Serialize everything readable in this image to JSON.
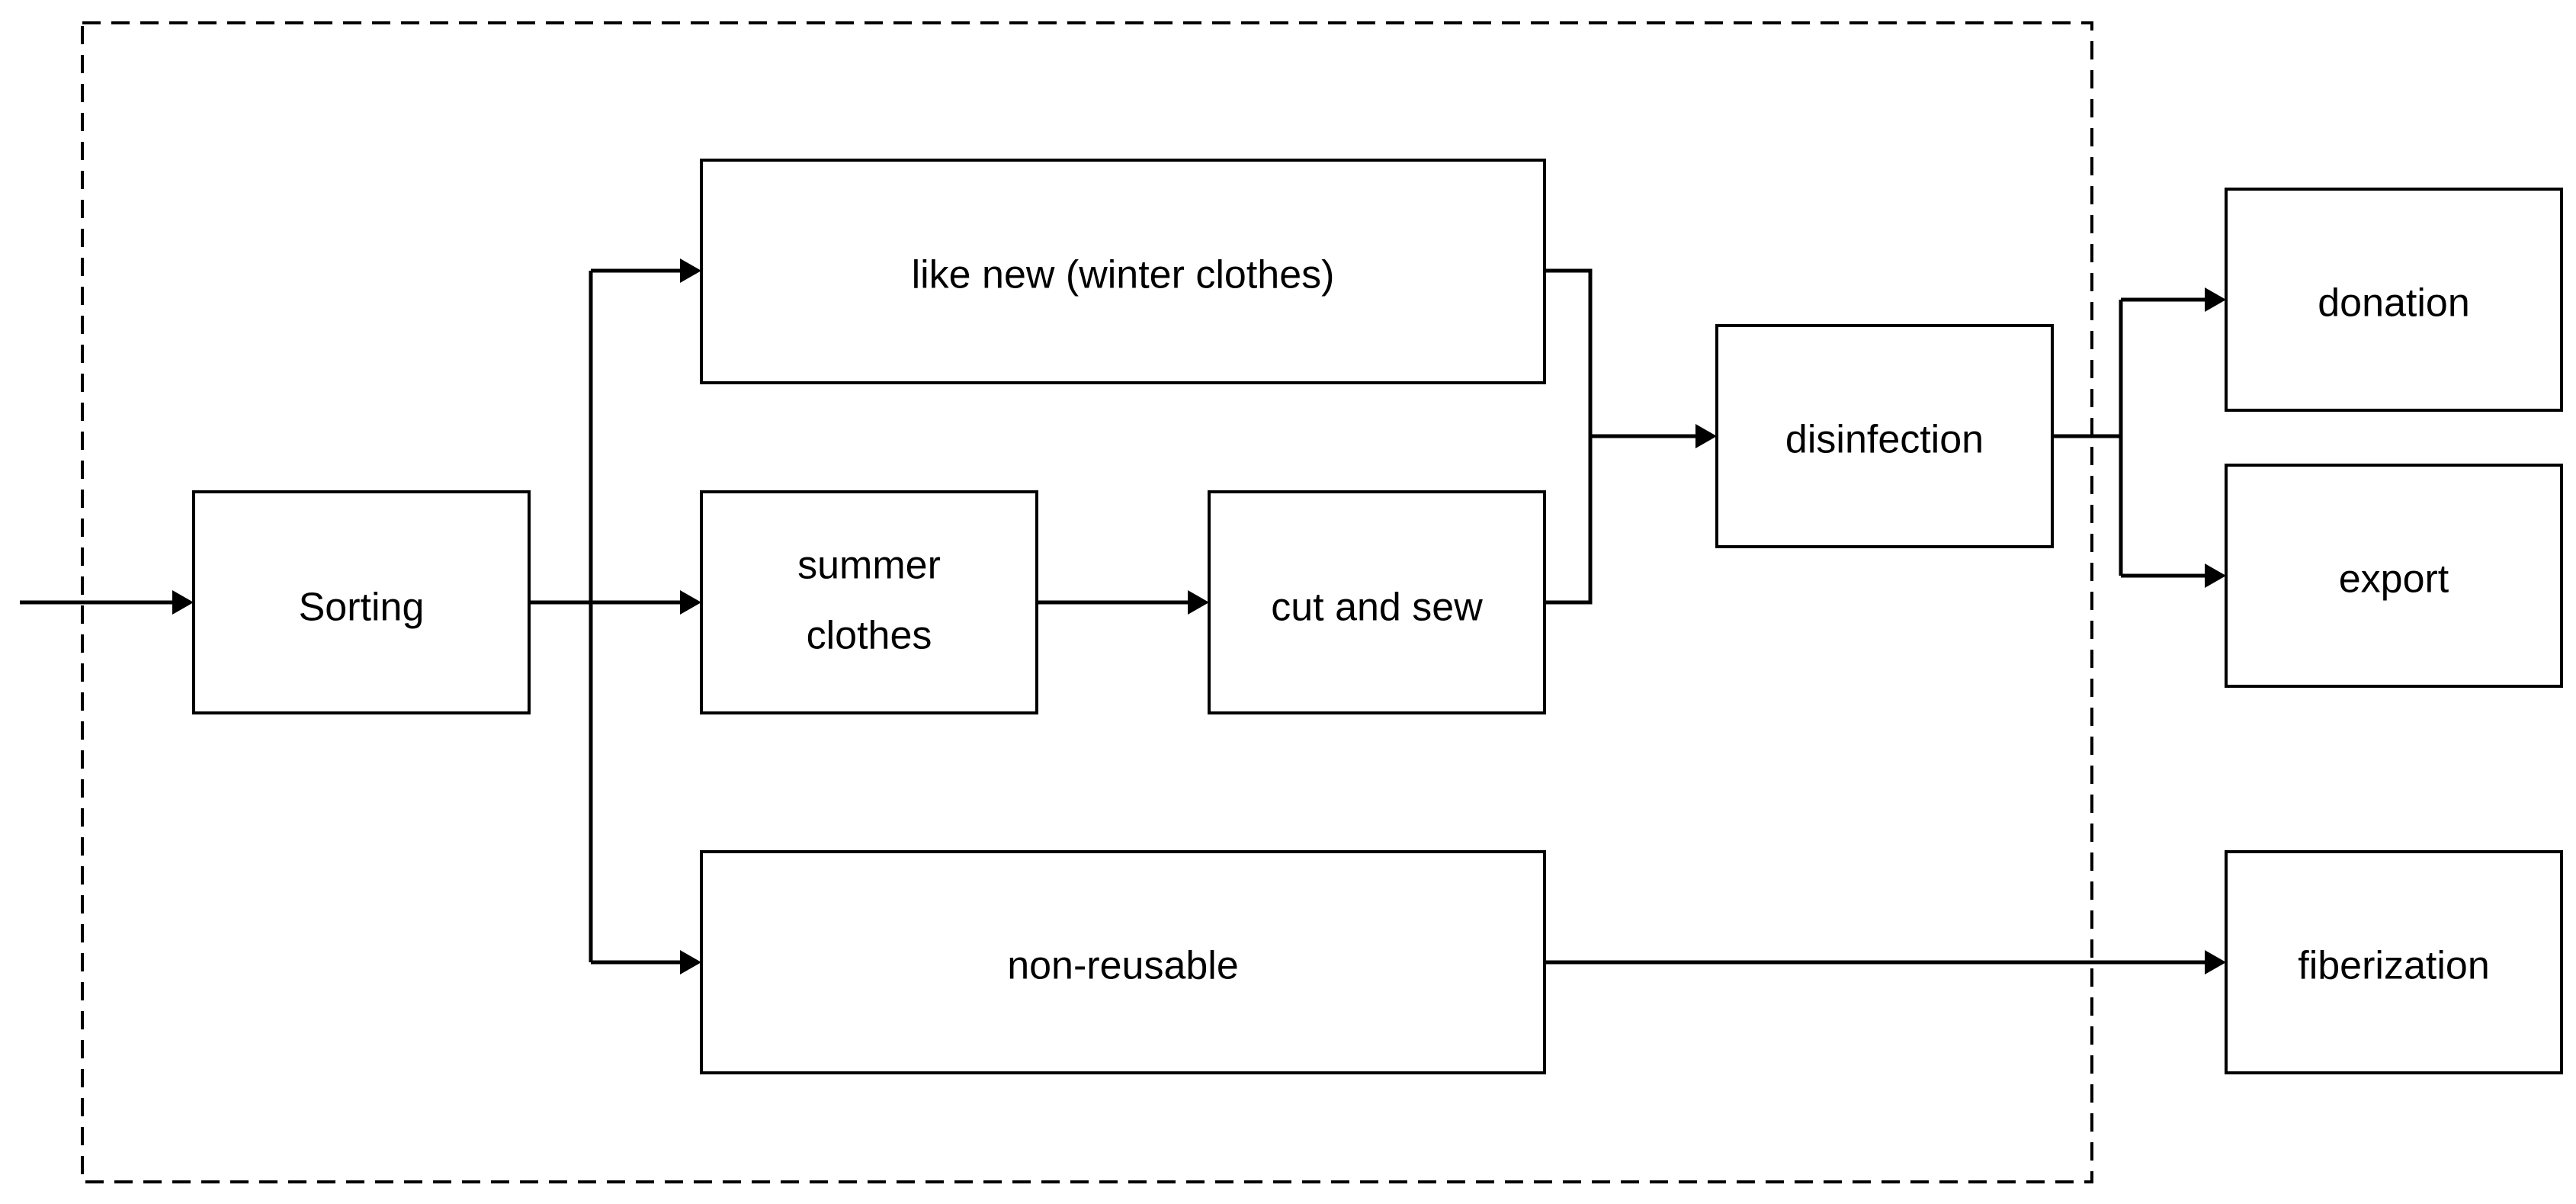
{
  "diagram": {
    "nodes": {
      "sorting": "Sorting",
      "like_new": "like new (winter clothes)",
      "summer_line1": "summer",
      "summer_line2": "clothes",
      "cut_and_sew": "cut and sew",
      "non_reusable": "non-reusable",
      "disinfection": "disinfection",
      "donation": "donation",
      "export": "export",
      "fiberization": "fiberization"
    }
  }
}
